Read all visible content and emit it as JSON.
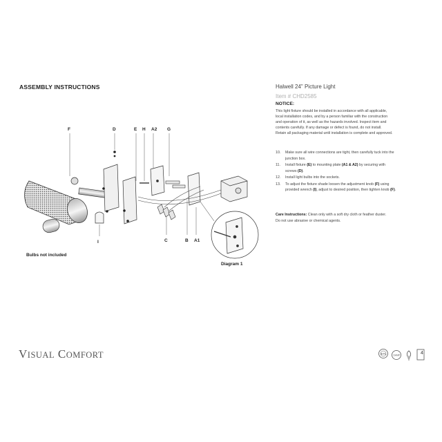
{
  "header": {
    "assembly_title": "ASSEMBLY INSTRUCTIONS",
    "product_title": "Halwell 24\" Picture Light",
    "item_number": "Item # CHD2585"
  },
  "notice": {
    "heading": "NOTICE:",
    "lines": [
      "This light fixture should be installed in accordance with all applicable,",
      "local installation codes, and by a person familiar with the construction",
      "and operation of it, as well as the hazards involved. Inspect item and",
      "contents carefully. If any damage or defect is found, do not install.",
      "Retain all packaging material until installation is complete and approved."
    ]
  },
  "steps": [
    {
      "num": "10.",
      "lines": [
        "Make sure all wire connections are tight, then carefully tuck into the",
        "junction box."
      ]
    },
    {
      "num": "11.",
      "text_before": "Install fixture ",
      "bold1": "(E)",
      "text_mid": " to mounting plate ",
      "bold2": "(A1 & A2)",
      "text_after": " by securing with",
      "line2_before": "screws ",
      "line2_bold": "(D)",
      "line2_after": "."
    },
    {
      "num": "12.",
      "lines": [
        "Install light bulbs into the sockets."
      ]
    },
    {
      "num": "13.",
      "text_before": "To adjust the fixture shade loosen the adjustment knob ",
      "bold1": "(F)",
      "text_after": " using",
      "line2_before": "provided wrench ",
      "line2_bold": "(I)",
      "line2_after": ", adjust to desired position, then tighten knob ",
      "line2_bold2": "(F)",
      "line2_end": "."
    }
  ],
  "care": {
    "label": "Care Instructions:",
    "text1": " Clean only with a soft dry cloth or feather duster.",
    "text2": "Do not use abrasive or chemical agents."
  },
  "diagram": {
    "labels": {
      "F": "F",
      "D": "D",
      "E": "E",
      "H": "H",
      "A2": "A2",
      "G": "G",
      "C": "C",
      "B": "B",
      "A1": "A1",
      "I": "I"
    },
    "bulbs_caption": "Bulbs not included",
    "diagram_caption": "Diagram 1"
  },
  "footer": {
    "brand_v": "V",
    "brand_isual": "ISUAL",
    "brand_c": "C",
    "brand_omfort": "OMFORT",
    "icons": [
      "etl-listed-icon",
      "damp-rated-icon",
      "bulb-icon",
      "page-badge-icon"
    ],
    "page_number": "4"
  }
}
